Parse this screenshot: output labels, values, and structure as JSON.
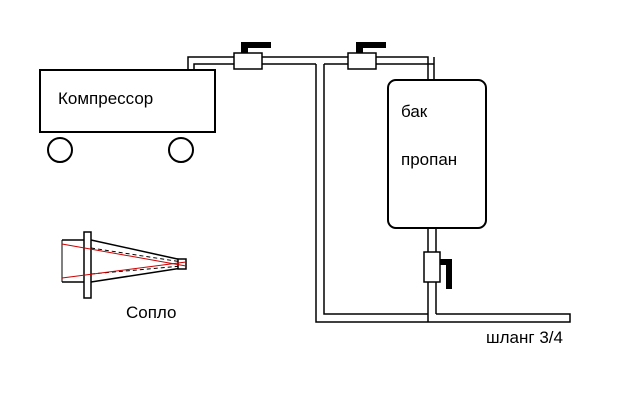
{
  "labels": {
    "compressor": "Компрессор",
    "tank_line1": "бак",
    "tank_line2": "пропан",
    "nozzle": "Сопло",
    "hose": "шланг 3/4"
  },
  "colors": {
    "stroke": "#000000",
    "background": "#ffffff",
    "nozzle_ray": "#cc0000"
  }
}
